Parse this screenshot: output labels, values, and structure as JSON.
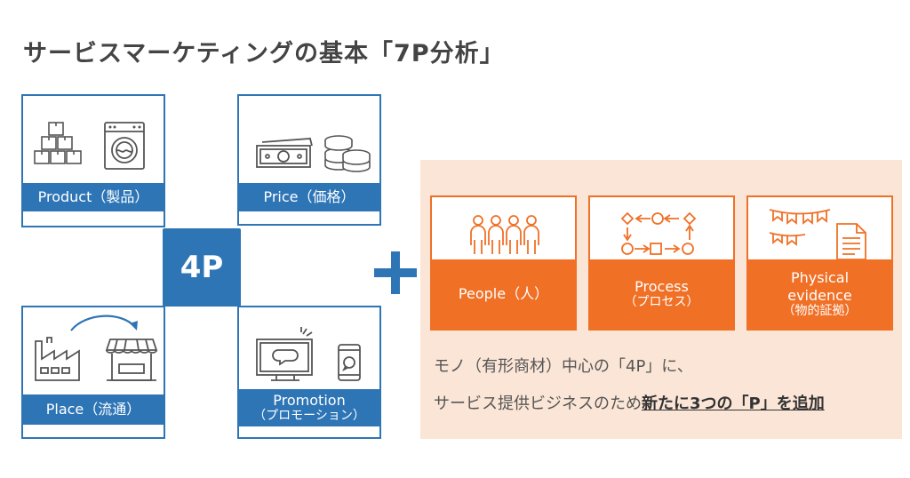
{
  "title": "サービスマーケティングの基本「7P分析」",
  "four_p": {
    "center_label": "4P",
    "product": {
      "label": "Product（製品）",
      "icons": [
        "boxes-icon",
        "washing-machine-icon"
      ]
    },
    "price": {
      "label": "Price（価格）",
      "icons": [
        "banknote-icon",
        "coins-icon"
      ]
    },
    "place": {
      "label": "Place（流通）",
      "icons": [
        "factory-icon",
        "store-icon",
        "arrow-icon"
      ]
    },
    "promotion": {
      "label": "Promotion",
      "label_sub": "（プロモーション）",
      "icons": [
        "monitor-icon",
        "smartphone-icon"
      ]
    }
  },
  "plus_symbol": "+",
  "three_p": {
    "people": {
      "label": "People（人）",
      "icons": [
        "people-group-icon"
      ]
    },
    "process": {
      "label": "Process",
      "label_sub": "（プロセス）",
      "icons": [
        "process-flow-icon"
      ]
    },
    "physical": {
      "label": "Physical",
      "label_sub1": "evidence",
      "label_sub2": "（物的証拠）",
      "icons": [
        "bunting-icon",
        "document-icon"
      ]
    }
  },
  "note": {
    "line1": "モノ（有形商材）中心の「4P」に、",
    "line2_plain": "サービス提供ビジネスのため",
    "line2_emph": "新たに3つの「P」を追加"
  },
  "colors": {
    "blue": "#2e75b6",
    "orange": "#f07026",
    "panel": "#fbe5d6",
    "title": "#444444"
  }
}
